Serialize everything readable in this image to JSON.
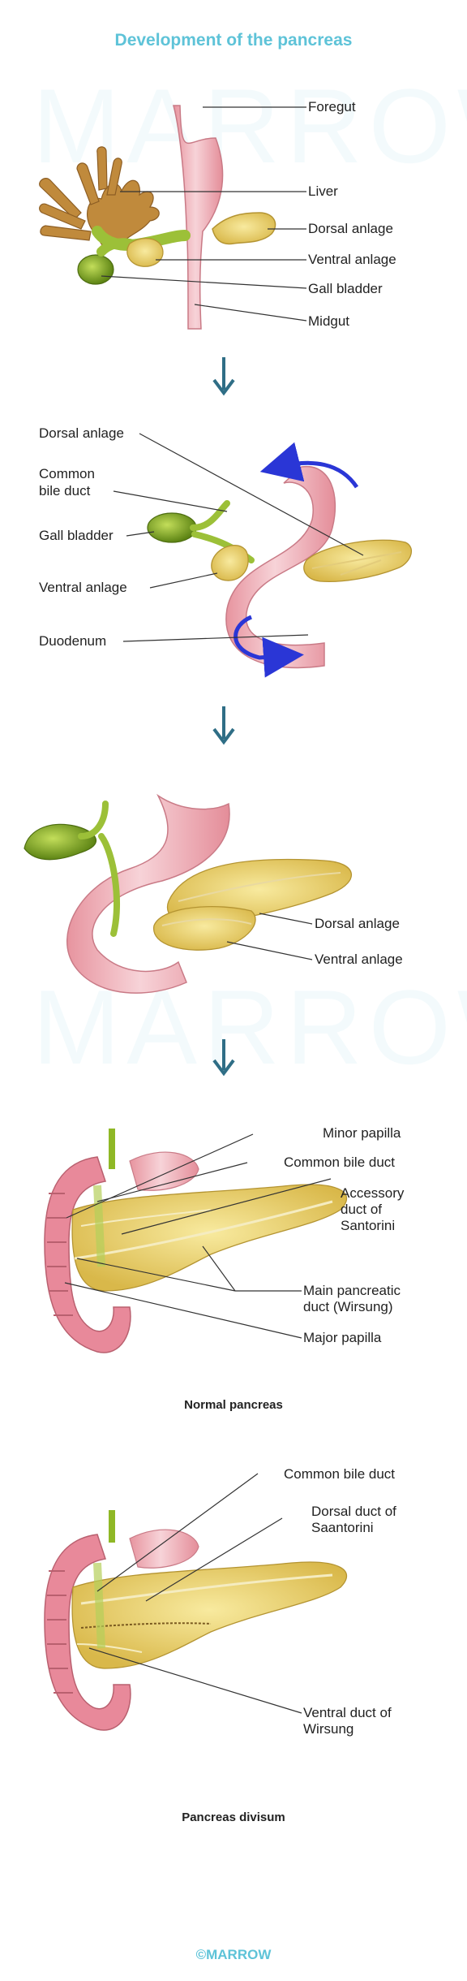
{
  "title": "Development of the pancreas",
  "watermark": "MARROW",
  "footer": "©MARROW",
  "colors": {
    "accent": "#5ec3d8",
    "gut_pink": "#f2b7c0",
    "pancreas_yellow": "#f1dc7c",
    "gall_green": "#8fb826",
    "liver_brown": "#b57a33",
    "arrow_teal": "#2f6e86",
    "rotation_blue": "#2a36d6"
  },
  "stage1": {
    "labels": {
      "foregut": "Foregut",
      "liver": "Liver",
      "dorsal_anlage": "Dorsal anlage",
      "ventral_anlage": "Ventral anlage",
      "gall_bladder": "Gall bladder",
      "midgut": "Midgut"
    }
  },
  "stage2": {
    "labels": {
      "dorsal_anlage": "Dorsal anlage",
      "common_bile_duct_1": "Common",
      "common_bile_duct_2": "bile duct",
      "gall_bladder": "Gall bladder",
      "ventral_anlage": "Ventral anlage",
      "duodenum": "Duodenum"
    }
  },
  "stage3": {
    "labels": {
      "dorsal_anlage": "Dorsal anlage",
      "ventral_anlage": "Ventral anlage"
    }
  },
  "stage4": {
    "caption": "Normal pancreas",
    "labels": {
      "minor_papilla": "Minor papilla",
      "common_bile_duct": "Common bile duct",
      "accessory_duct_1": "Accessory",
      "accessory_duct_2": "duct of",
      "accessory_duct_3": "Santorini",
      "main_duct_1": "Main pancreatic",
      "main_duct_2": "duct (Wirsung)",
      "major_papilla": "Major papilla"
    }
  },
  "stage5": {
    "caption": "Pancreas divisum",
    "labels": {
      "common_bile_duct": "Common bile duct",
      "dorsal_duct_1": "Dorsal duct of",
      "dorsal_duct_2": "Saantorini",
      "ventral_duct_1": "Ventral duct of",
      "ventral_duct_2": "Wirsung"
    }
  }
}
